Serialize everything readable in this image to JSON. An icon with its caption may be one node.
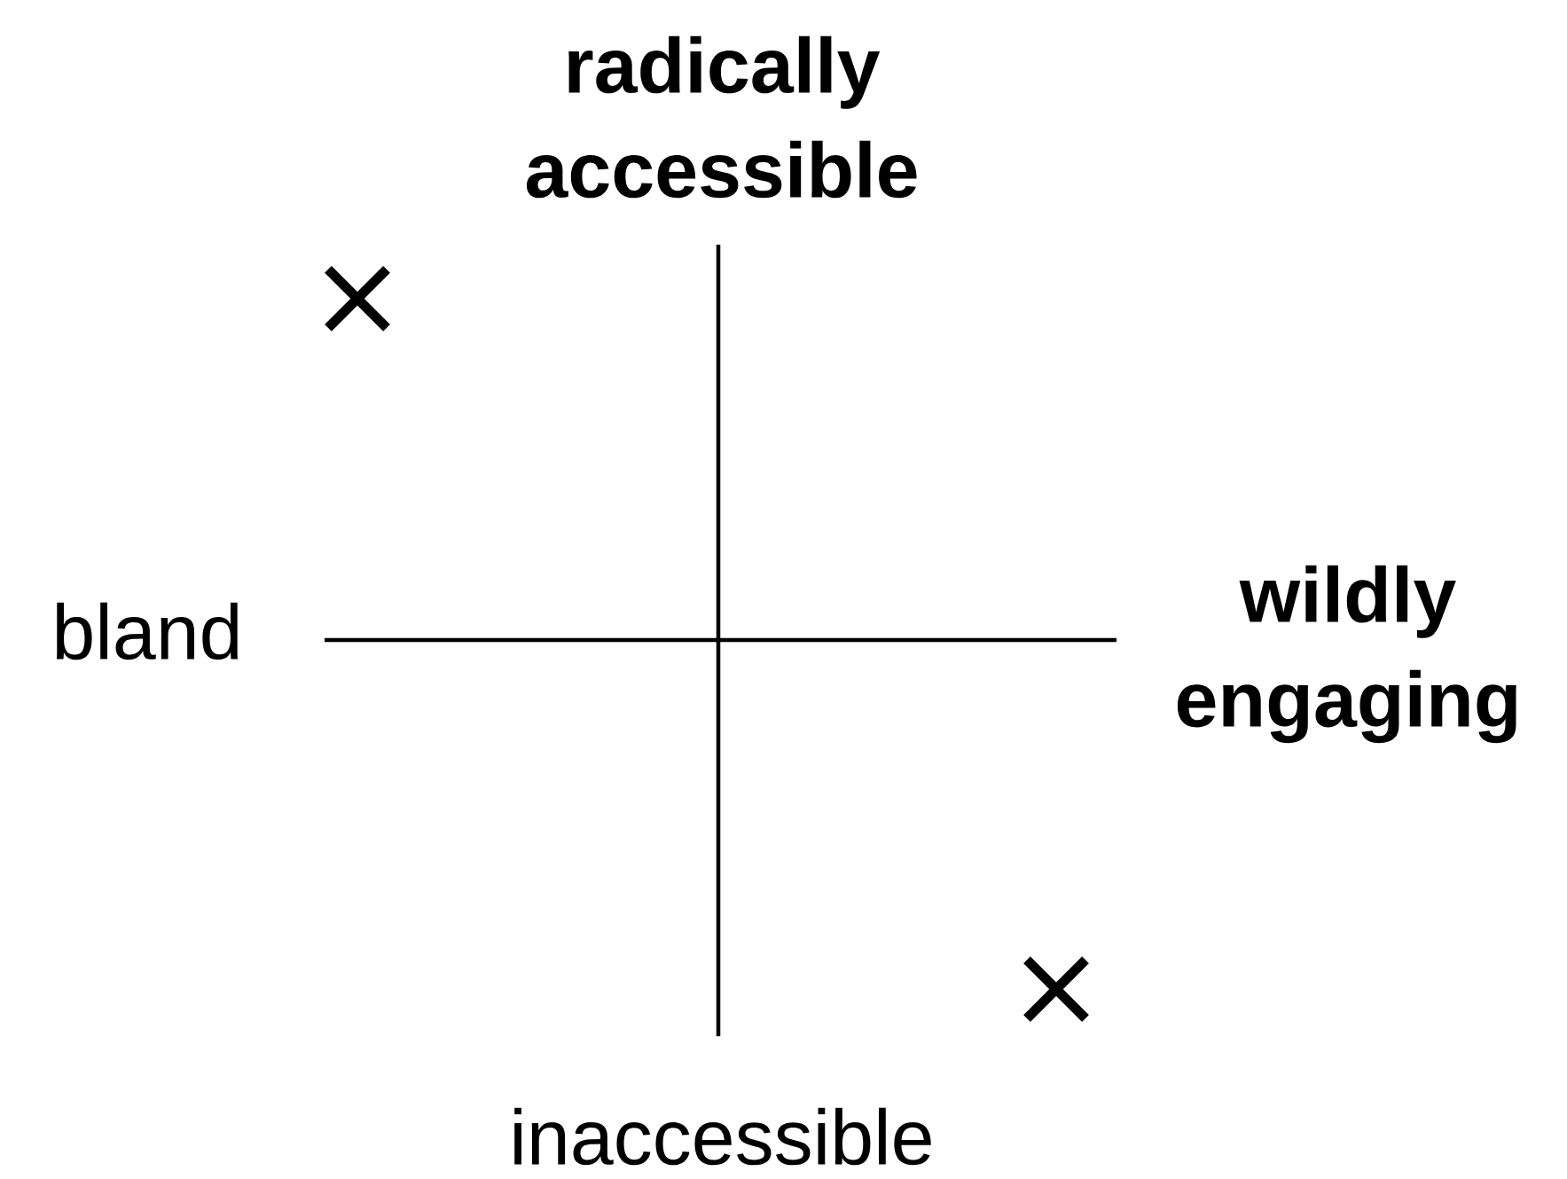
{
  "diagram": {
    "labels": [
      "radically accessible",
      "bland",
      "wildly engaging",
      "inaccessible"
    ]
  }
}
